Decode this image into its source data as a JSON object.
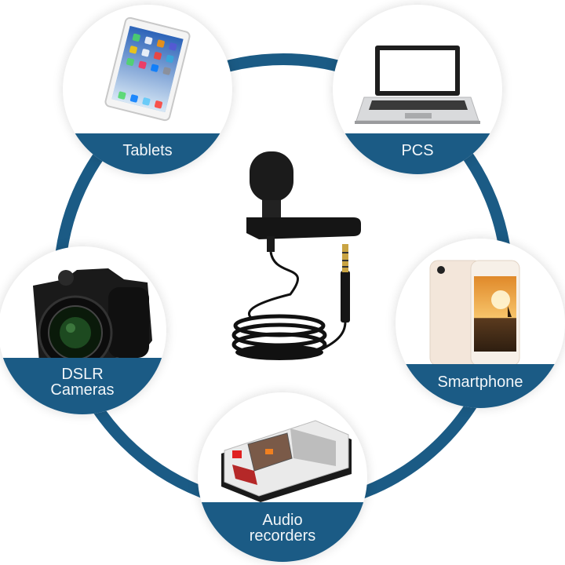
{
  "ring_color": "#1b5b85",
  "center": {
    "product": "lavalier-microphone"
  },
  "devices": [
    {
      "id": "tablets",
      "label_lines": [
        "Tablets"
      ],
      "icon": "tablet-icon"
    },
    {
      "id": "pcs",
      "label_lines": [
        "PCS"
      ],
      "icon": "laptop-icon"
    },
    {
      "id": "dslr",
      "label_lines": [
        "DSLR",
        "Cameras"
      ],
      "icon": "camera-icon"
    },
    {
      "id": "smartphone",
      "label_lines": [
        "Smartphone"
      ],
      "icon": "smartphone-icon"
    },
    {
      "id": "audio",
      "label_lines": [
        "Audio",
        "recorders"
      ],
      "icon": "cassette-recorder-icon"
    }
  ]
}
